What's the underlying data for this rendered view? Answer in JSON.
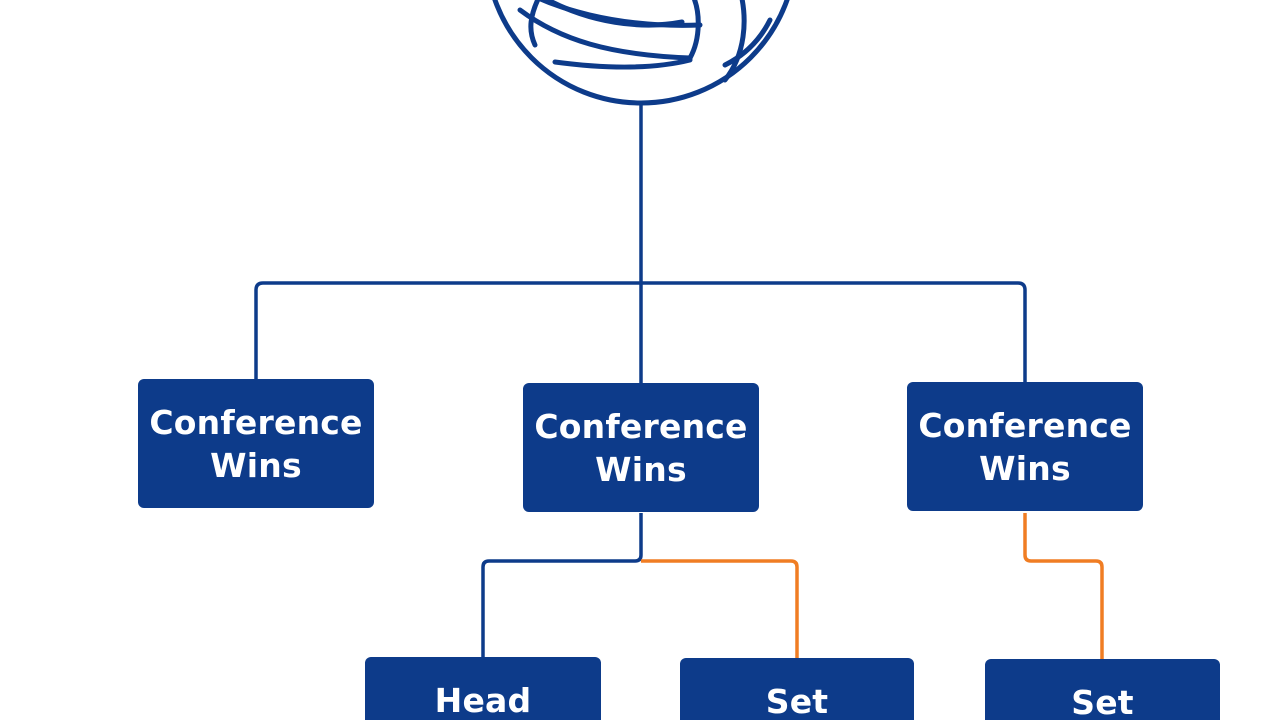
{
  "diagram": {
    "root": {
      "icon": "volleyball-icon"
    },
    "level1": [
      {
        "line1": "Conference",
        "line2": "Wins"
      },
      {
        "line1": "Conference",
        "line2": "Wins"
      },
      {
        "line1": "Conference",
        "line2": "Wins"
      }
    ],
    "level2": [
      {
        "label": "Head"
      },
      {
        "label": "Set"
      },
      {
        "label": "Set"
      }
    ]
  },
  "colors": {
    "primary": "#0d3b8a",
    "connector_blue": "#0d3b8a",
    "connector_orange": "#f07d23",
    "node_text": "#ffffff",
    "background": "#ffffff"
  }
}
